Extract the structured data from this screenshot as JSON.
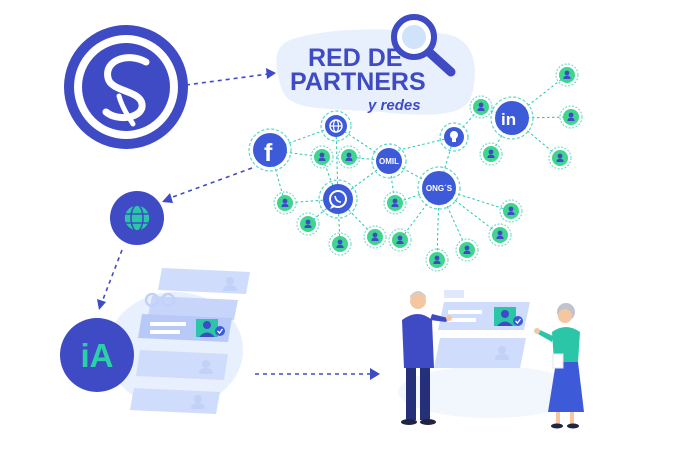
{
  "title": {
    "line1": "RED DE",
    "line2": "PARTNERS",
    "line3": "y redes"
  },
  "nodes": {
    "omil": "OMIL",
    "ongs": "ONG´S",
    "ia": "iA",
    "facebook": "f",
    "linkedin": "in"
  },
  "colors": {
    "navy": "#3f4bc4",
    "blue": "#3d5bd8",
    "teal": "#1fc7b4",
    "green": "#3fd48f",
    "light_blue": "#cfdcfb",
    "pale_blue": "#e9f0fd",
    "dashed": "#3f4bc4"
  },
  "icons": [
    "brand-logo-icon",
    "search-icon",
    "facebook-icon",
    "linkedin-icon",
    "whatsapp-icon",
    "globe-icon",
    "lightbulb-icon",
    "user-icon",
    "check-icon"
  ]
}
